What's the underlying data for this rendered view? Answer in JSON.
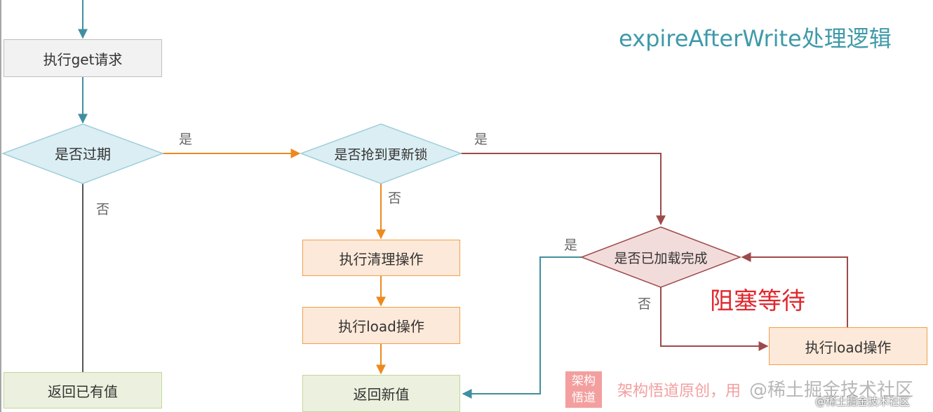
{
  "title": "expireAfterWrite处理逻辑",
  "nodes": {
    "execute_get": "执行get请求",
    "is_expired": "是否过期",
    "got_lock": "是否抢到更新锁",
    "is_loaded": "是否已加载完成",
    "execute_cleanup": "执行清理操作",
    "execute_load_1": "执行load操作",
    "execute_load_2": "执行load操作",
    "return_existing": "返回已有值",
    "return_new": "返回新值"
  },
  "edge_labels": {
    "expired_yes": "是",
    "expired_no": "否",
    "lock_yes": "是",
    "lock_no": "否",
    "loaded_yes": "是",
    "loaded_no": "否"
  },
  "annotation": "阻塞等待",
  "colors": {
    "teal": "#3f8fa0",
    "orange": "#ec8a1f",
    "brown": "#9e4a4a",
    "dark": "#555555",
    "red_text": "#e0282e"
  },
  "watermark": {
    "logo_line1": "架构",
    "logo_line2": "悟道",
    "text": "架构悟道原创，用",
    "juejin": "@稀土掘金技术社区",
    "corner": "@稀土掘金技术社区"
  }
}
